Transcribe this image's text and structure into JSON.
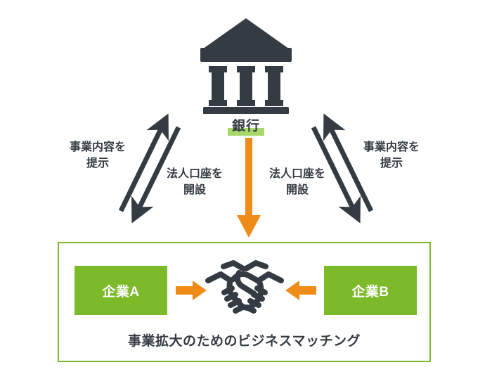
{
  "colors": {
    "dark": "#343b42",
    "green": "#7cba2a",
    "green_highlight": "#a8d86a",
    "orange": "#ef8c18",
    "white": "#ffffff",
    "background": "#ffffff"
  },
  "bank": {
    "icon": "bank-building-icon",
    "label": "銀行"
  },
  "flows": {
    "left_outer": "事業内容を\n提示",
    "left_outer_line1": "事業内容を",
    "left_outer_line2": "提示",
    "left_inner_line1": "法人口座を",
    "left_inner_line2": "開設",
    "right_inner_line1": "法人口座を",
    "right_inner_line2": "開設",
    "right_outer_line1": "事業内容を",
    "right_outer_line2": "提示"
  },
  "arrows": {
    "bank_to_panel": "down-arrow-icon",
    "left_up": "up-arrow-icon",
    "left_down": "down-arrow-icon",
    "right_up": "up-arrow-icon",
    "right_down": "down-arrow-icon",
    "company_a_to_match": "right-arrow-icon",
    "company_b_to_match": "left-arrow-icon"
  },
  "matching_panel": {
    "company_a": "企業A",
    "company_b": "企業B",
    "handshake": "handshake-icon",
    "caption": "事業拡大のためのビジネスマッチング"
  }
}
